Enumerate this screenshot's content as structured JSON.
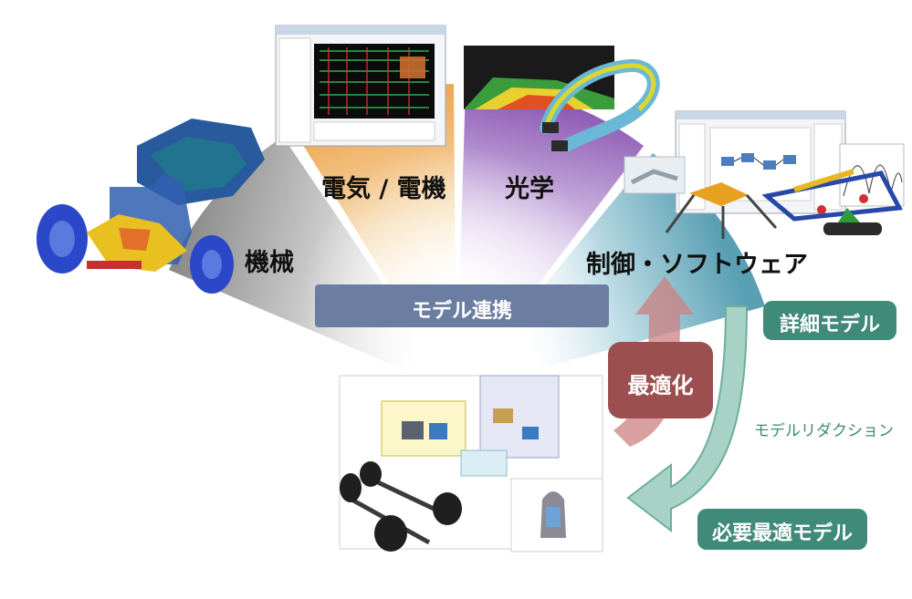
{
  "domains": {
    "mechanical": "機械",
    "electrical": "電気 / 電機",
    "optics": "光学",
    "control": "制御・ソフトウェア"
  },
  "center_label": "モデル連携",
  "optimize_label": "最適化",
  "detail_model": "詳細モデル",
  "model_reduction": "モデルリダクション",
  "required_model": "必要最適モデル",
  "colors": {
    "mechanical": "#8e8e8e",
    "electrical": "#eca54a",
    "optics": "#9160b8",
    "control": "#5fa2b5",
    "center_bar": "#6b7ea2",
    "optimize_box": "#9b4f4f",
    "optimize_arrow": "#cc8080",
    "teal": "#3f8a78",
    "teal_arrow": "#a8d2c5"
  }
}
